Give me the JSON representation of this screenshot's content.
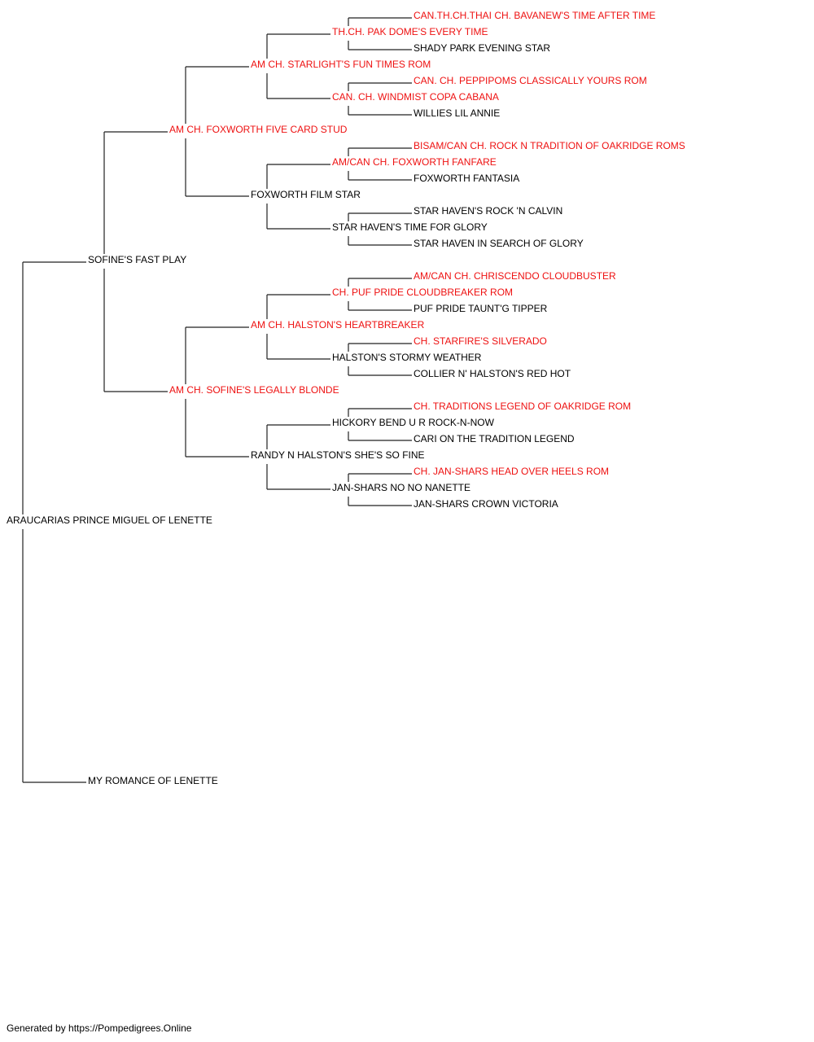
{
  "colors": {
    "champion": "#ee1111",
    "normal": "#000000",
    "line": "#222222"
  },
  "pedigree": {
    "name": "ARAUCARIAS PRINCE MIGUEL OF LENETTE",
    "champion": false,
    "sire": {
      "name": "SOFINE'S FAST PLAY",
      "champion": false,
      "sire": {
        "name": "AM CH. FOXWORTH FIVE CARD STUD",
        "champion": true,
        "sire": {
          "name": "AM CH. STARLIGHT'S FUN TIMES ROM",
          "champion": true,
          "sire": {
            "name": "TH.CH. PAK DOME'S EVERY TIME",
            "champion": true,
            "sire": {
              "name": "CAN.TH.CH.THAI CH. BAVANEW'S TIME AFTER TIME",
              "champion": true
            },
            "dam": {
              "name": "SHADY PARK EVENING STAR",
              "champion": false
            }
          },
          "dam": {
            "name": "CAN. CH. WINDMIST COPA CABANA",
            "champion": true,
            "sire": {
              "name": "CAN. CH. PEPPIPOMS CLASSICALLY YOURS ROM",
              "champion": true
            },
            "dam": {
              "name": "WILLIES LIL ANNIE",
              "champion": false
            }
          }
        },
        "dam": {
          "name": "FOXWORTH FILM STAR",
          "champion": false,
          "sire": {
            "name": "AM/CAN CH. FOXWORTH FANFARE",
            "champion": true,
            "sire": {
              "name": "BISAM/CAN CH. ROCK N TRADITION OF OAKRIDGE ROMS",
              "champion": true
            },
            "dam": {
              "name": "FOXWORTH FANTASIA",
              "champion": false
            }
          },
          "dam": {
            "name": "STAR HAVEN'S TIME FOR GLORY",
            "champion": false,
            "sire": {
              "name": "STAR HAVEN'S ROCK 'N CALVIN",
              "champion": false
            },
            "dam": {
              "name": "STAR HAVEN IN SEARCH OF GLORY",
              "champion": false
            }
          }
        }
      },
      "dam": {
        "name": "AM CH. SOFINE'S LEGALLY BLONDE",
        "champion": true,
        "sire": {
          "name": "AM CH. HALSTON'S HEARTBREAKER",
          "champion": true,
          "sire": {
            "name": "CH. PUF PRIDE CLOUDBREAKER ROM",
            "champion": true,
            "sire": {
              "name": "AM/CAN CH. CHRISCENDO CLOUDBUSTER",
              "champion": true
            },
            "dam": {
              "name": "PUF PRIDE TAUNT'G TIPPER",
              "champion": false
            }
          },
          "dam": {
            "name": "HALSTON'S STORMY WEATHER",
            "champion": false,
            "sire": {
              "name": "CH. STARFIRE'S SILVERADO",
              "champion": true
            },
            "dam": {
              "name": "COLLIER N' HALSTON'S RED HOT",
              "champion": false
            }
          }
        },
        "dam": {
          "name": "RANDY N HALSTON'S SHE'S SO FINE",
          "champion": false,
          "sire": {
            "name": "HICKORY BEND U R ROCK-N-NOW",
            "champion": false,
            "sire": {
              "name": "CH. TRADITIONS LEGEND OF OAKRIDGE ROM",
              "champion": true
            },
            "dam": {
              "name": "CARI ON THE TRADITION LEGEND",
              "champion": false
            }
          },
          "dam": {
            "name": "JAN-SHARS NO NO NANETTE",
            "champion": false,
            "sire": {
              "name": "CH. JAN-SHARS HEAD OVER HEELS ROM",
              "champion": true
            },
            "dam": {
              "name": "JAN-SHARS CROWN VICTORIA",
              "champion": false
            }
          }
        }
      }
    },
    "dam": {
      "name": "MY ROMANCE OF LENETTE",
      "champion": false
    }
  },
  "footer": {
    "text": "Generated by https://Pompedigrees.Online"
  }
}
